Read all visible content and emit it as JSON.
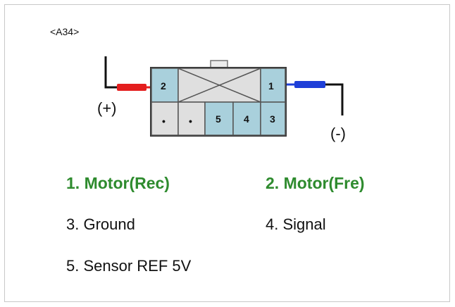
{
  "connector": {
    "id": "<A34>",
    "pin_labels": {
      "p2": "2",
      "p1": "1",
      "p5": "5",
      "p4": "4",
      "p3": "3",
      "dot_a": "•",
      "dot_b": "•"
    },
    "polarity_plus": "(+)",
    "polarity_minus": "(-)",
    "wire_colors": {
      "positive": "#e41e1e",
      "negative": "#1e3fd8"
    },
    "cell_color": "#a9d0dc"
  },
  "pins": {
    "p1": "1. Motor(Rec)",
    "p2": "2. Motor(Fre)",
    "p3": "3. Ground",
    "p4": "4. Signal",
    "p5": "5. Sensor REF 5V"
  },
  "colors": {
    "highlight": "#2e8b2e"
  }
}
